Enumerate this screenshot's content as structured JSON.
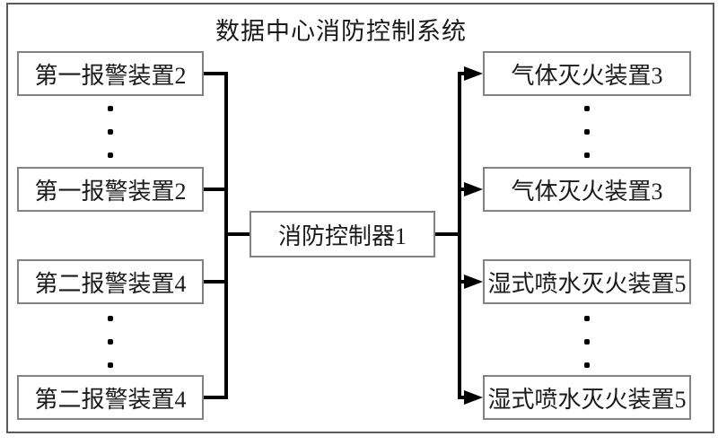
{
  "diagram": {
    "title": "数据中心消防控制系统",
    "controller": {
      "label": "消防控制器1"
    },
    "alarm_boxes": [
      {
        "label": "第一报警装置2"
      },
      {
        "label": "第一报警装置2"
      },
      {
        "label": "第二报警装置4"
      },
      {
        "label": "第二报警装置4"
      }
    ],
    "suppression_boxes": [
      {
        "label": "气体灭火装置3"
      },
      {
        "label": "气体灭火装置3"
      },
      {
        "label": "湿式喷水灭火装置5"
      },
      {
        "label": "湿式喷水灭火装置5"
      }
    ],
    "icons": {
      "arrowhead": "▶",
      "ellipsis": "⋮"
    },
    "colors": {
      "line": "#000000",
      "box_border": "#828282",
      "frame_border": "#5a5a5a",
      "background": "#ffffff",
      "text": "#1a1a1a"
    }
  }
}
